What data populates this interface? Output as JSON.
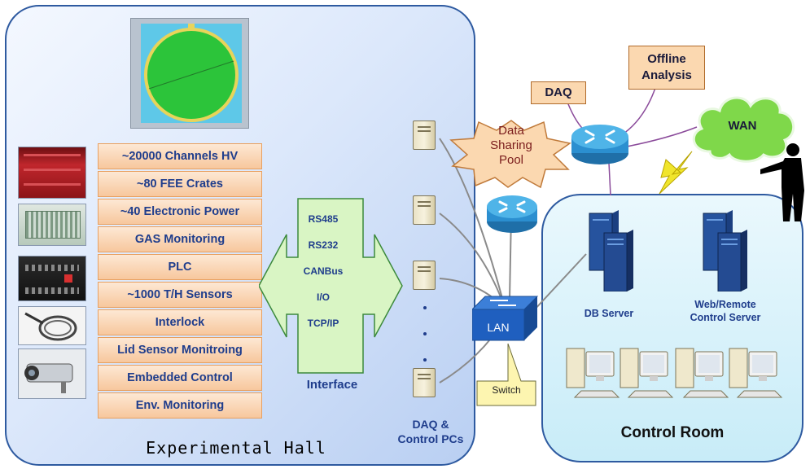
{
  "hall": {
    "title": "Experimental Hall"
  },
  "systems": [
    "~20000 Channels HV",
    "~80 FEE Crates",
    "~40 Electronic Power",
    "GAS Monitoring",
    "PLC",
    "~1000 T/H Sensors",
    "Interlock",
    "Lid Sensor Monitroing",
    "Embedded Control",
    "Env. Monitoring"
  ],
  "interface": {
    "items": [
      "RS485",
      "RS232",
      "CANBus",
      "I/O",
      "TCP/IP"
    ],
    "label": "Interface"
  },
  "daq_pcs": {
    "label_line1": "DAQ &",
    "label_line2": "Control PCs"
  },
  "data_pool": {
    "line1": "Data",
    "line2": "Sharing",
    "line3": "Pool"
  },
  "lan": {
    "label": "LAN"
  },
  "switch": {
    "label": "Switch"
  },
  "daq": {
    "label": "DAQ"
  },
  "offline": {
    "line1": "Offline",
    "line2": "Analysis"
  },
  "wan": {
    "label": "WAN"
  },
  "control_room": {
    "title": "Control Room",
    "db_server": "DB Server",
    "web_server_line1": "Web/Remote",
    "web_server_line2": "Control Server"
  },
  "colors": {
    "hall_bg": "#dce8fb",
    "box_fill": "#f7c79d",
    "box_text": "#1f3d8c",
    "interface_fill": "#d9f5c4",
    "router": "#3aa0d6",
    "cloud": "#7fd84a",
    "room_bg": "#c8ecf8"
  }
}
